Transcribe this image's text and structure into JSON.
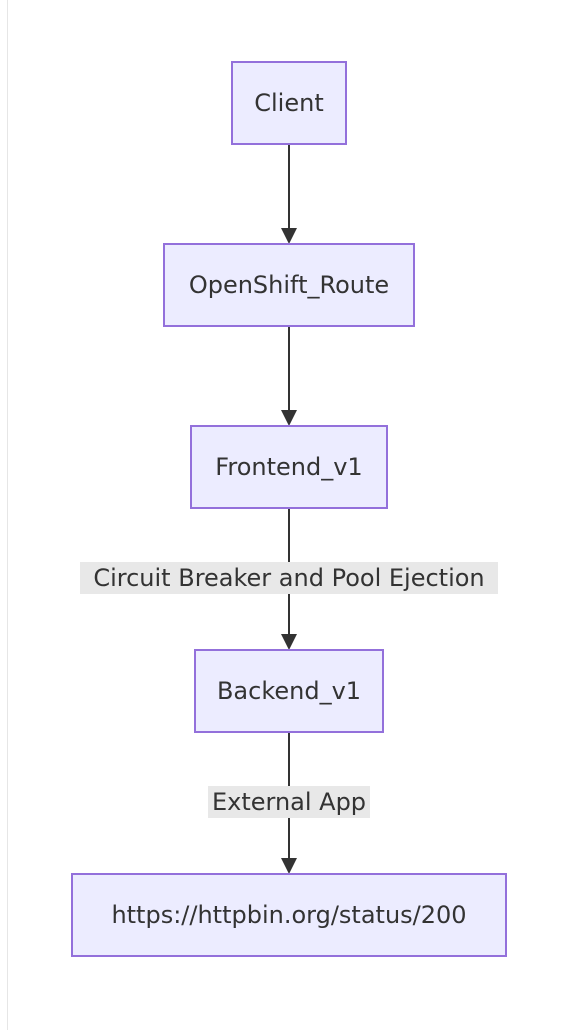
{
  "diagram": {
    "nodes": [
      {
        "id": "client",
        "label": "Client"
      },
      {
        "id": "route",
        "label": "OpenShift_Route"
      },
      {
        "id": "frontend",
        "label": "Frontend_v1"
      },
      {
        "id": "backend",
        "label": "Backend_v1"
      },
      {
        "id": "httpbin",
        "label": "https://httpbin.org/status/200"
      }
    ],
    "edges": [
      {
        "from": "client",
        "to": "route",
        "label": ""
      },
      {
        "from": "route",
        "to": "frontend",
        "label": ""
      },
      {
        "from": "frontend",
        "to": "backend",
        "label": "Circuit Breaker and Pool Ejection"
      },
      {
        "from": "backend",
        "to": "httpbin",
        "label": "External App"
      }
    ],
    "colors": {
      "node_fill": "#ECECFF",
      "node_stroke": "#9370DB",
      "edge": "#333333",
      "label_bg": "#e8e8e8",
      "text": "#333333"
    }
  }
}
